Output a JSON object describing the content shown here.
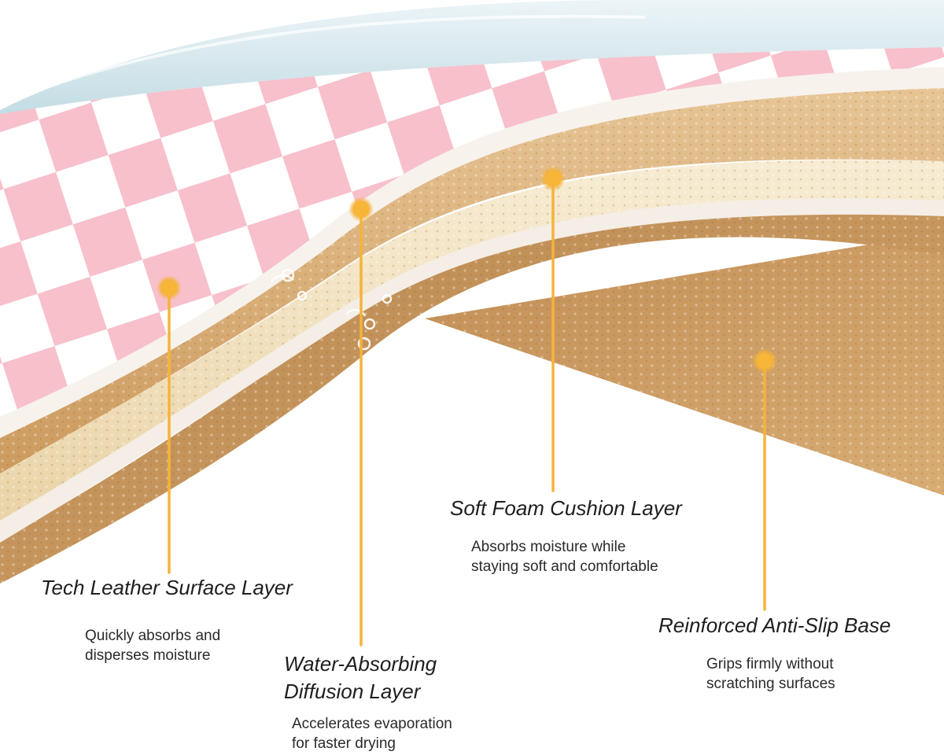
{
  "colors": {
    "accent_callout": "#f5b33b",
    "checker_pink": "#f6b8c4",
    "checker_white": "#ffffff",
    "foam_light": "#f2e3c5",
    "foam_mid": "#d9b07c",
    "base_tan": "#c8935a"
  },
  "callouts": [
    {
      "id": "tech",
      "title": "Tech Leather Surface Layer",
      "description": "Quickly absorbs and\ndisperses moisture"
    },
    {
      "id": "water",
      "title": "Water-Absorbing\nDiffusion Layer",
      "description": "Accelerates evaporation\nfor faster drying"
    },
    {
      "id": "foam",
      "title": "Soft Foam Cushion Layer",
      "description": "Absorbs moisture while\nstaying soft and comfortable"
    },
    {
      "id": "base",
      "title": "Reinforced Anti-Slip Base",
      "description": "Grips firmly without\nscratching surfaces"
    }
  ]
}
